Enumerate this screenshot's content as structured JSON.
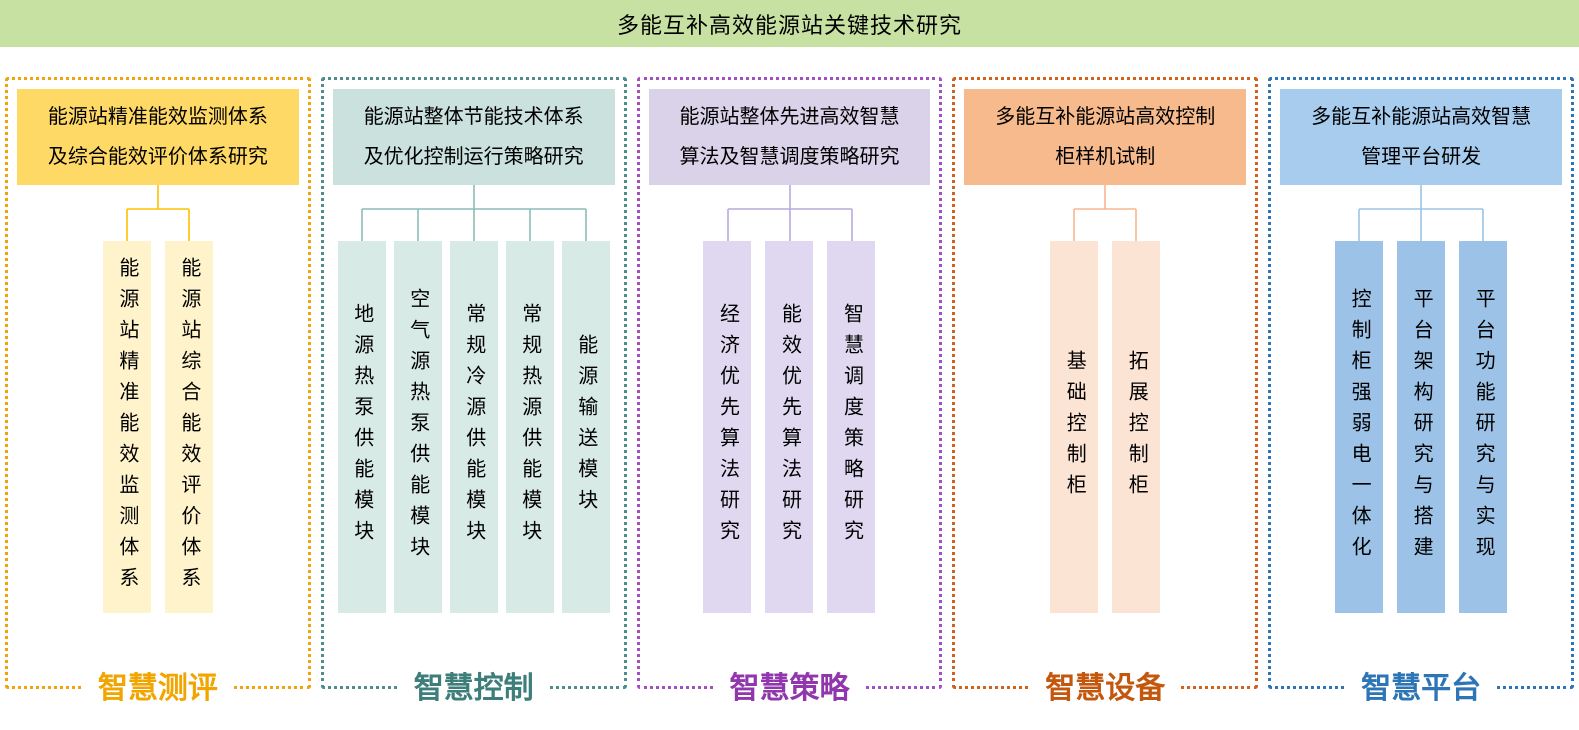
{
  "banner": {
    "title": "多能互补高效能源站关键技术研究",
    "bg": "#C7E1A3"
  },
  "columns": [
    {
      "key": "smart-evaluation",
      "header_lines": [
        "能源站精准能效监测体系",
        "及综合能效评价体系研究"
      ],
      "items": [
        "能源站精准能效监测体系",
        "能源站综合能效评价体系"
      ],
      "label": "智慧测评",
      "colors": {
        "border": "#F0A30A",
        "header_bg": "#FFD966",
        "item_bg": "#FFF3CC",
        "connector": "#FFC000",
        "label": "#F0A500"
      }
    },
    {
      "key": "smart-control",
      "header_lines": [
        "能源站整体节能技术体系",
        "及优化控制运行策略研究"
      ],
      "items": [
        "地源热泵供能模块",
        "空气源热泵供能模块",
        "常规冷源供能模块",
        "常规热源供能模块",
        "能源输送模块"
      ],
      "label": "智慧控制",
      "colors": {
        "border": "#4F8D8A",
        "header_bg": "#CBE1DD",
        "item_bg": "#D8EAE6",
        "connector": "#8CBCB8",
        "label": "#3D7E7B"
      }
    },
    {
      "key": "smart-strategy",
      "header_lines": [
        "能源站整体先进高效智慧",
        "算法及智慧调度策略研究"
      ],
      "items": [
        "经济优先算法研究",
        "能效优先算法研究",
        "智慧调度策略研究"
      ],
      "label": "智慧策略",
      "colors": {
        "border": "#A34FC4",
        "header_bg": "#D9D2E9",
        "item_bg": "#DFD8F0",
        "connector": "#B9A9DC",
        "label": "#9136AD"
      }
    },
    {
      "key": "smart-equipment",
      "header_lines": [
        "多能互补能源站高效控制",
        "柜样机试制"
      ],
      "items": [
        "基础控制柜",
        "拓展控制柜"
      ],
      "label": "智慧设备",
      "colors": {
        "border": "#D2611C",
        "header_bg": "#F7BA8D",
        "item_bg": "#FBE4D4",
        "connector": "#F6B78E",
        "label": "#C4570E"
      }
    },
    {
      "key": "smart-platform",
      "header_lines": [
        "多能互补能源站高效智慧",
        "管理平台研发"
      ],
      "items": [
        "控制柜强弱电一体化",
        "平台架构研究与搭建",
        "平台功能研究与实现"
      ],
      "label": "智慧平台",
      "colors": {
        "border": "#2E75B6",
        "header_bg": "#A7CCEE",
        "item_bg": "#9CC3E7",
        "connector": "#9DC3E6",
        "label": "#2E75B6"
      }
    }
  ]
}
